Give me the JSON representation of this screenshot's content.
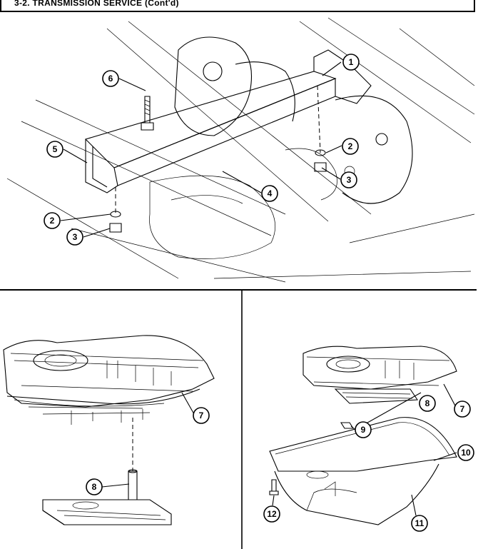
{
  "header": {
    "title": "3-2.  TRANSMISSION  SERVICE  (Cont'd)"
  },
  "callouts": {
    "top": [
      "1",
      "2",
      "2",
      "3",
      "3",
      "4",
      "5",
      "6"
    ],
    "bottom_left": [
      "7",
      "8"
    ],
    "bottom_right": [
      "7",
      "8",
      "9",
      "10",
      "11",
      "12"
    ]
  },
  "colors": {
    "ink": "#000000",
    "paper": "#ffffff"
  }
}
